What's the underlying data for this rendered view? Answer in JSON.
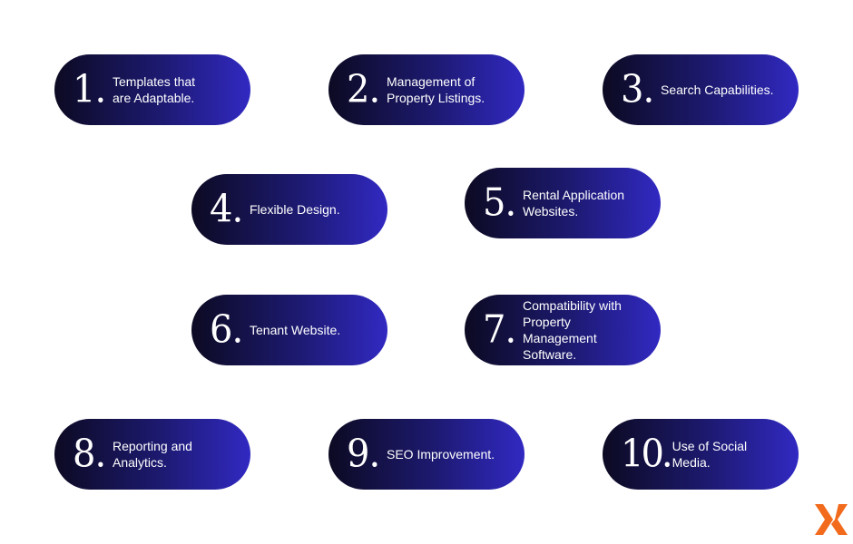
{
  "items": [
    {
      "number": "1.",
      "label": "Templates that\nare Adaptable."
    },
    {
      "number": "2.",
      "label": "Management of\nProperty Listings."
    },
    {
      "number": "3.",
      "label": "Search Capabilities."
    },
    {
      "number": "4.",
      "label": "Flexible Design."
    },
    {
      "number": "5.",
      "label": "Rental Application\nWebsites."
    },
    {
      "number": "6.",
      "label": "Tenant Website."
    },
    {
      "number": "7.",
      "label": "Compatibility with\nProperty Management\nSoftware."
    },
    {
      "number": "8.",
      "label": "Reporting and\nAnalytics."
    },
    {
      "number": "9.",
      "label": "SEO Improvement."
    },
    {
      "number": "10.",
      "label": "Use of Social Media."
    }
  ],
  "colors": {
    "pill_start": "#0c0a22",
    "pill_end": "#3129c2",
    "logo_orange": "#f26a1b"
  },
  "logo": {
    "icon": "x-brand-logo-icon"
  }
}
